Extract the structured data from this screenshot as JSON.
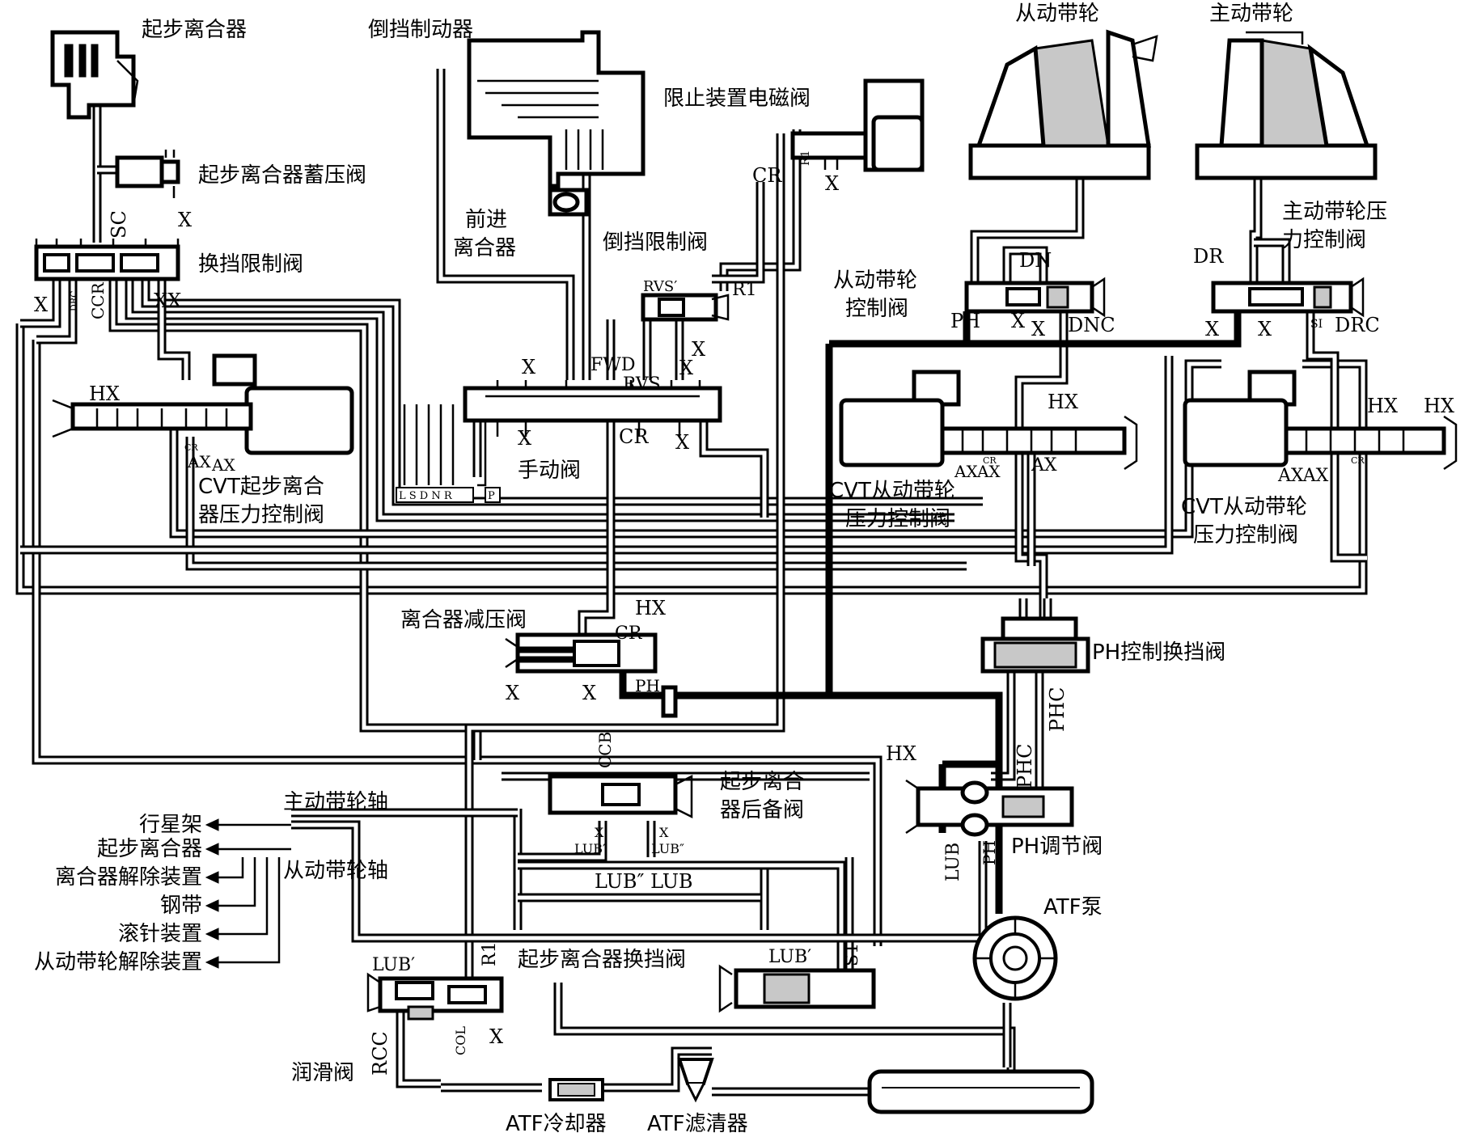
{
  "components": {
    "start_clutch": "起步离合器",
    "reverse_brake": "倒挡制动器",
    "driven_pulley": "从动带轮",
    "drive_pulley": "主动带轮",
    "inhibitor_solenoid": "限止装置电磁阀",
    "start_clutch_accumulator": "起步离合器蓄压阀",
    "forward_clutch_line1": "前进",
    "forward_clutch_line2": "离合器",
    "reverse_inhibitor_valve": "倒挡限制阀",
    "drive_pulley_pressure_ctrl_line1": "主动带轮压",
    "drive_pulley_pressure_ctrl_line2": "力控制阀",
    "shift_inhibitor_valve": "换挡限制阀",
    "driven_pulley_ctrl_line1": "从动带轮",
    "driven_pulley_ctrl_line2": "控制阀",
    "manual_valve": "手动阀",
    "cvt_start_clutch_ctrl_line1": "CVT起步离合",
    "cvt_start_clutch_ctrl_line2": "器压力控制阀",
    "cvt_driven_ctrl_a_line1": "CVT从动带轮",
    "cvt_driven_ctrl_a_line2": "压力控制阀",
    "cvt_driven_ctrl_b_line1": "CVT从动带轮",
    "cvt_driven_ctrl_b_line2": "压力控制阀",
    "clutch_reducing_valve": "离合器减压阀",
    "ph_control_shift_valve": "PH控制换挡阀",
    "start_clutch_backup_line1": "起步离合",
    "start_clutch_backup_line2": "器后备阀",
    "ph_regulator_valve": "PH调节阀",
    "atf_pump": "ATF泵",
    "start_clutch_shift_valve": "起步离合器换挡阀",
    "lubrication_valve": "润滑阀",
    "atf_cooler": "ATF冷却器",
    "atf_filter": "ATF滤清器",
    "drive_pulley_shaft": "主动带轮轴",
    "driven_pulley_shaft": "从动带轮轴"
  },
  "lube_outputs": [
    "行星架",
    "起步离合器",
    "离合器解除装置",
    "钢带",
    "滚针装置",
    "从动带轮解除装置"
  ],
  "manual_positions": "L S D N R",
  "manual_park": "P",
  "port_labels": {
    "X": "X",
    "HX": "HX",
    "AX": "AX",
    "CR": "CR",
    "SC": "SC",
    "CCR": "CCR",
    "DRC": "DRC",
    "R1": "R1",
    "RVS_prime": "RVS′",
    "RVS": "RVS",
    "FWD": "FWD",
    "DN": "DN",
    "DR": "DR",
    "PH": "PH",
    "DNC": "DNC",
    "S1": "S1",
    "PHC": "PHC",
    "CCB": "CCB",
    "LUB": "LUB",
    "LUB_prime": "LUB′",
    "LUB_dprime": "LUB″",
    "LUB_pair": "LUB″ LUB",
    "RCC": "RCC",
    "COL": "COL",
    "XX": "XX",
    "AXAX": "AXAX",
    "SI": "SI"
  },
  "colors": {
    "line": "#000000",
    "fill": "#ffffff",
    "shade": "#c8c8c8"
  }
}
